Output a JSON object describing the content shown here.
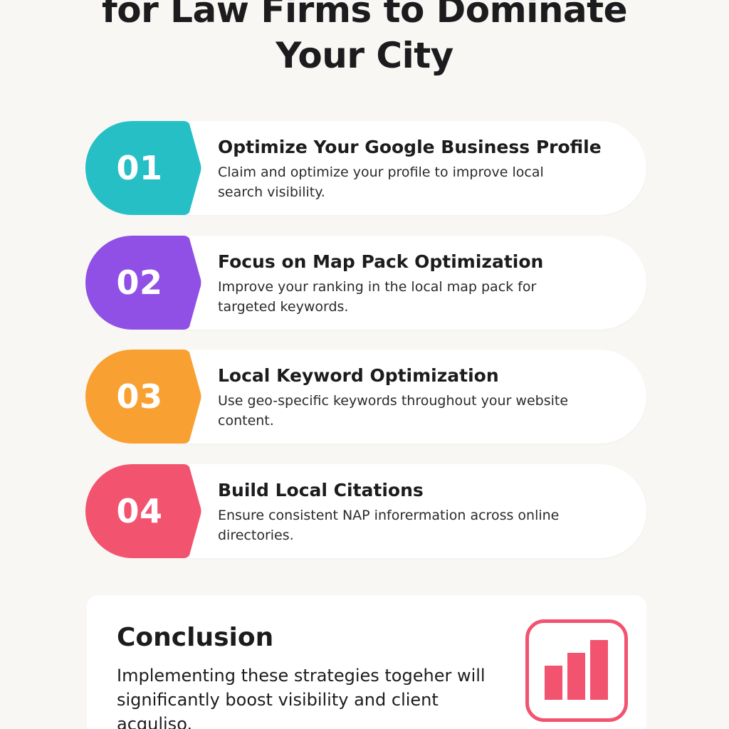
{
  "title": {
    "line1": "for Law Firms to Dominate",
    "line2": "Your City"
  },
  "steps": [
    {
      "number": "01",
      "title": "Optimize Your Google Business Profile",
      "description": "Claim and optimize your profile to improve local search visibility.",
      "color": "#25bfc5"
    },
    {
      "number": "02",
      "title": "Focus on Map Pack Optimization",
      "description": "Improve your ranking in the local map pack for targeted keywords.",
      "color": "#9050e6"
    },
    {
      "number": "03",
      "title": "Local Keyword Optimization",
      "description": "Use geo-specific keywords throughout your website content.",
      "color": "#f9a032"
    },
    {
      "number": "04",
      "title": "Build Local Citations",
      "description": "Ensure consistent NAP inforermation across online directories.",
      "color": "#f2536f"
    }
  ],
  "conclusion": {
    "title": "Conclusion",
    "description": "Implementing these strategies togeher will significantly boost visibility and client acquliso.",
    "icon": "bar-chart-icon",
    "icon_color": "#f2536f"
  }
}
